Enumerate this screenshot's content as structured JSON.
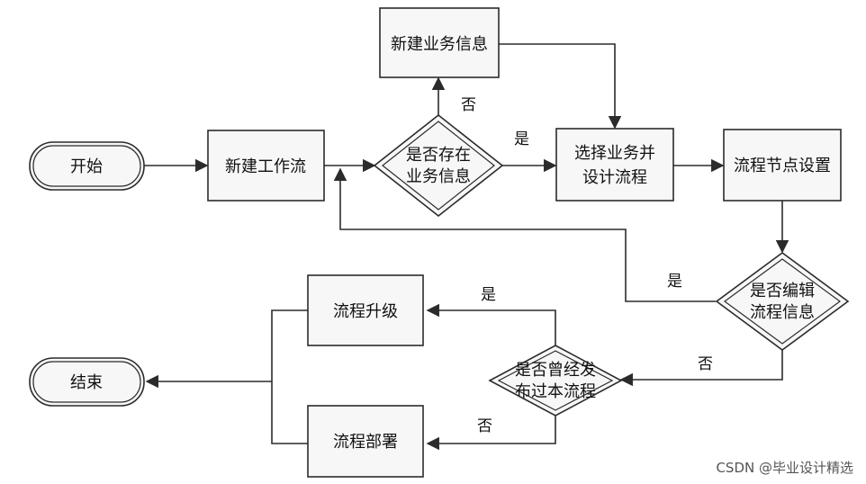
{
  "nodes": {
    "start": {
      "label": "开始"
    },
    "new_workflow": {
      "label": "新建工作流"
    },
    "has_business_info": {
      "line1": "是否存在",
      "line2": "业务信息"
    },
    "new_business_info": {
      "label": "新建业务信息"
    },
    "select_business": {
      "line1": "选择业务并",
      "line2": "设计流程"
    },
    "node_settings": {
      "label": "流程节点设置"
    },
    "edit_info": {
      "line1": "是否编辑",
      "line2": "流程信息"
    },
    "published_before": {
      "line1": "是否曾经发",
      "line2": "布过本流程"
    },
    "upgrade": {
      "label": "流程升级"
    },
    "deploy": {
      "label": "流程部署"
    },
    "end": {
      "label": "结束"
    }
  },
  "edges": {
    "no_to_new_info": "否",
    "yes_to_select": "是",
    "edit_yes": "是",
    "edit_no": "否",
    "published_yes": "是",
    "published_no": "否"
  },
  "watermark": "CSDN @毕业设计精选",
  "colors": {
    "stroke": "#2b2b2b",
    "fill": "#f7f7f7"
  }
}
